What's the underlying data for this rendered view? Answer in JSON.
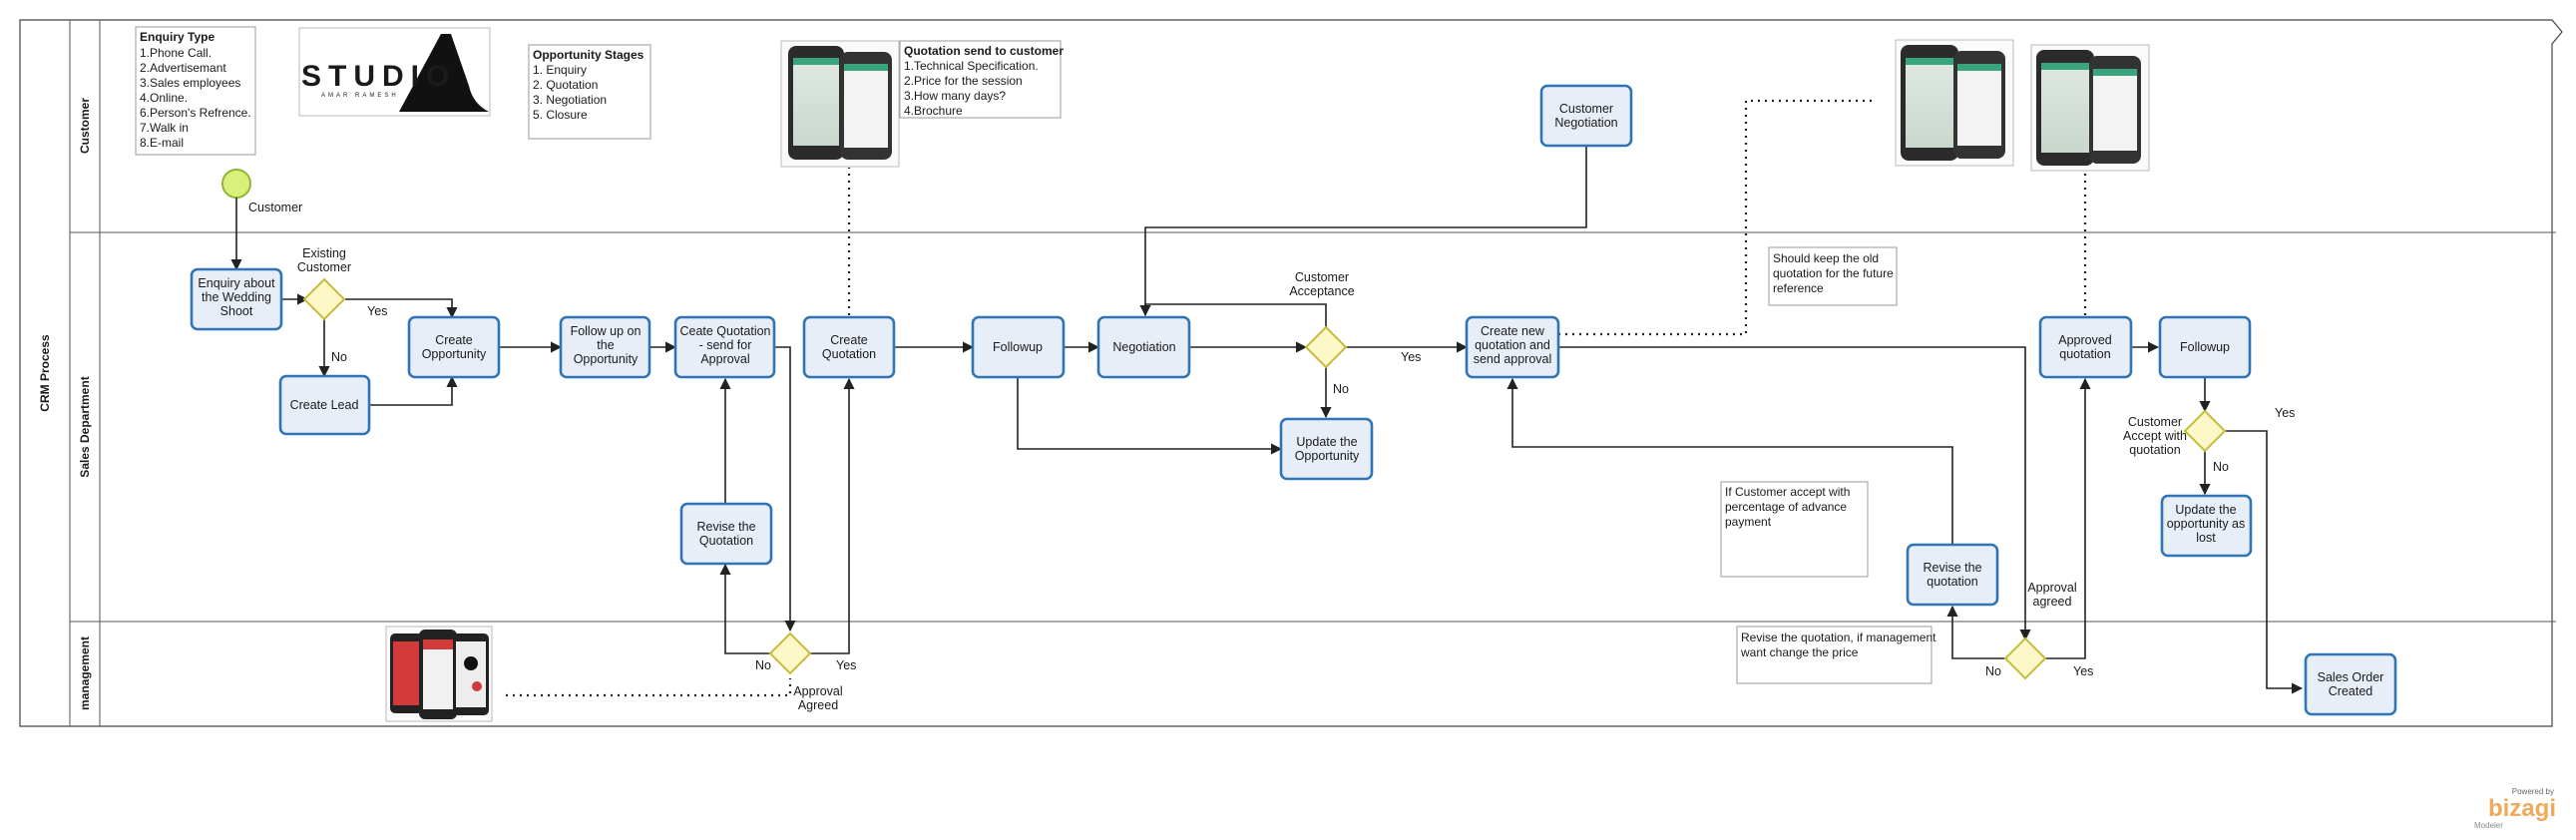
{
  "pool": {
    "label": "CRM Process"
  },
  "lanes": [
    {
      "id": "customer",
      "label": "Customer"
    },
    {
      "id": "sales",
      "label": "Sales Department"
    },
    {
      "id": "management",
      "label": "management"
    }
  ],
  "start_event": {
    "label": "Customer"
  },
  "tasks": {
    "enquiry": [
      "Enquiry about",
      "the Wedding",
      "Shoot"
    ],
    "create_lead": [
      "Create Lead"
    ],
    "create_opportunity": [
      "Create",
      "Opportunity"
    ],
    "follow_up_opportunity": [
      "Follow up on",
      "the",
      "Opportunity"
    ],
    "create_quotation_send": [
      "Ceate Quotation",
      "- send for",
      "Approval"
    ],
    "revise_quotation_1": [
      "Revise the",
      "Quotation"
    ],
    "create_quotation": [
      "Create",
      "Quotation"
    ],
    "followup_1": [
      "Followup"
    ],
    "negotiation": [
      "Negotiation"
    ],
    "customer_negotiation": [
      "Customer",
      "Negotiation"
    ],
    "update_opportunity": [
      "Update the",
      "Opportunity"
    ],
    "create_new_quotation": [
      "Create new",
      "quotation and",
      "send approval"
    ],
    "revise_quotation_2": [
      "Revise the",
      "quotation"
    ],
    "approved_quotation": [
      "Approved",
      "quotation"
    ],
    "followup_2": [
      "Followup"
    ],
    "update_lost": [
      "Update the",
      "opportunity as",
      "lost"
    ],
    "sales_order": [
      "Sales Order",
      "Created"
    ]
  },
  "gateway_labels": {
    "existing_customer": [
      "Existing",
      "Customer"
    ],
    "customer_acceptance": [
      "Customer",
      "Acceptance"
    ],
    "approval_agreed_1": [
      "Approval",
      "Agreed"
    ],
    "approval_agreed_2": [
      "Approval",
      "agreed"
    ],
    "accept_with_quotation": [
      "Customer",
      "Accept  with",
      "quotation"
    ]
  },
  "edge_labels": {
    "yes": "Yes",
    "no": "No"
  },
  "notes": {
    "enquiry_type": {
      "title": "Enquiry Type",
      "lines": [
        "1.Phone Call.",
        "2.Advertisemant",
        "3.Sales employees",
        "4.Online.",
        "6.Person's Refrence.",
        "7.Walk in",
        "8.E-mail"
      ]
    },
    "opportunity_stages": {
      "title": "Opportunity Stages",
      "lines": [
        "1. Enquiry",
        "2. Quotation",
        "3. Negotiation",
        "5. Closure"
      ]
    },
    "quotation_send": {
      "title": "Quotation send to customer",
      "lines": [
        "1.Technical Specification.",
        "2.Price for the session",
        "3.How many days?",
        "4.Brochure"
      ]
    },
    "keep_old_quotation": {
      "lines": [
        "Should keep the old",
        "quotation for the future",
        "reference"
      ]
    },
    "advance_payment": {
      "lines": [
        "If Customer accept with",
        "percentage of advance",
        "payment"
      ]
    },
    "management_change": {
      "lines": [
        "Revise the quotation, if management",
        "want change the price"
      ]
    }
  },
  "logo": {
    "main": "STUDIO",
    "sub": "AMAR RAMESH"
  },
  "branding": {
    "powered": "Powered by",
    "product": "bizagi",
    "edition": "Modeler"
  },
  "colors": {
    "task_fill": "#e8eef8",
    "task_stroke": "#2f74b5",
    "gateway_fill": "#fbf7c6",
    "gateway_stroke": "#c5bc3d",
    "start_fill": "#d9f07a",
    "bizagi": "#f0a95a"
  }
}
